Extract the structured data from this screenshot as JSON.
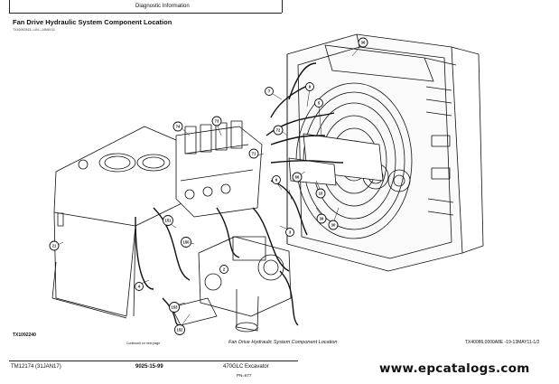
{
  "header": {
    "section": "Diagnostic Information"
  },
  "page_title": "Fan Drive Hydraulic System Component Location",
  "reference": "TX10092543—UN—14MAY11",
  "figure_id": "TX1092240",
  "continued_note": "Continued on next page",
  "caption": "Fan Drive Hydraulic System Component Location",
  "document_id": "TX40086,0000A8E -19-13MAY11-1/2",
  "footer": {
    "manual": "TM12174 (31JAN17)",
    "page_number": "9025-15-99",
    "model": "470GLC Excavator",
    "page_suffix": "PN=677"
  },
  "watermark": "www.epcatalogs.com",
  "callouts": [
    "36",
    "8",
    "5",
    "74",
    "73",
    "71",
    "7",
    "72",
    "6",
    "66",
    "10",
    "39",
    "3",
    "151",
    "30",
    "150",
    "152",
    "153",
    "21",
    "4",
    "2"
  ]
}
